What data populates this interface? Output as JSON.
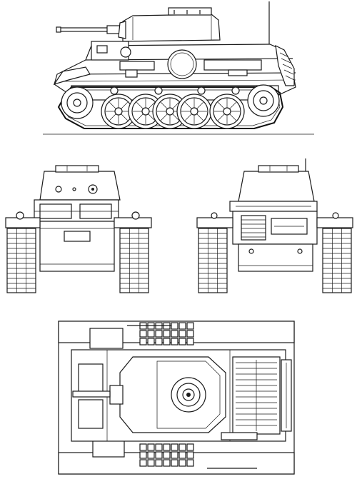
{
  "drawing": {
    "background": "#ffffff",
    "line_color": "#1a1a1a",
    "views": [
      {
        "id": "side",
        "kind": "side-elevation"
      },
      {
        "id": "front",
        "kind": "front-elevation"
      },
      {
        "id": "rear",
        "kind": "rear-elevation"
      },
      {
        "id": "top",
        "kind": "plan"
      }
    ],
    "road_wheels_side": 5,
    "return_rollers_side": 4
  }
}
